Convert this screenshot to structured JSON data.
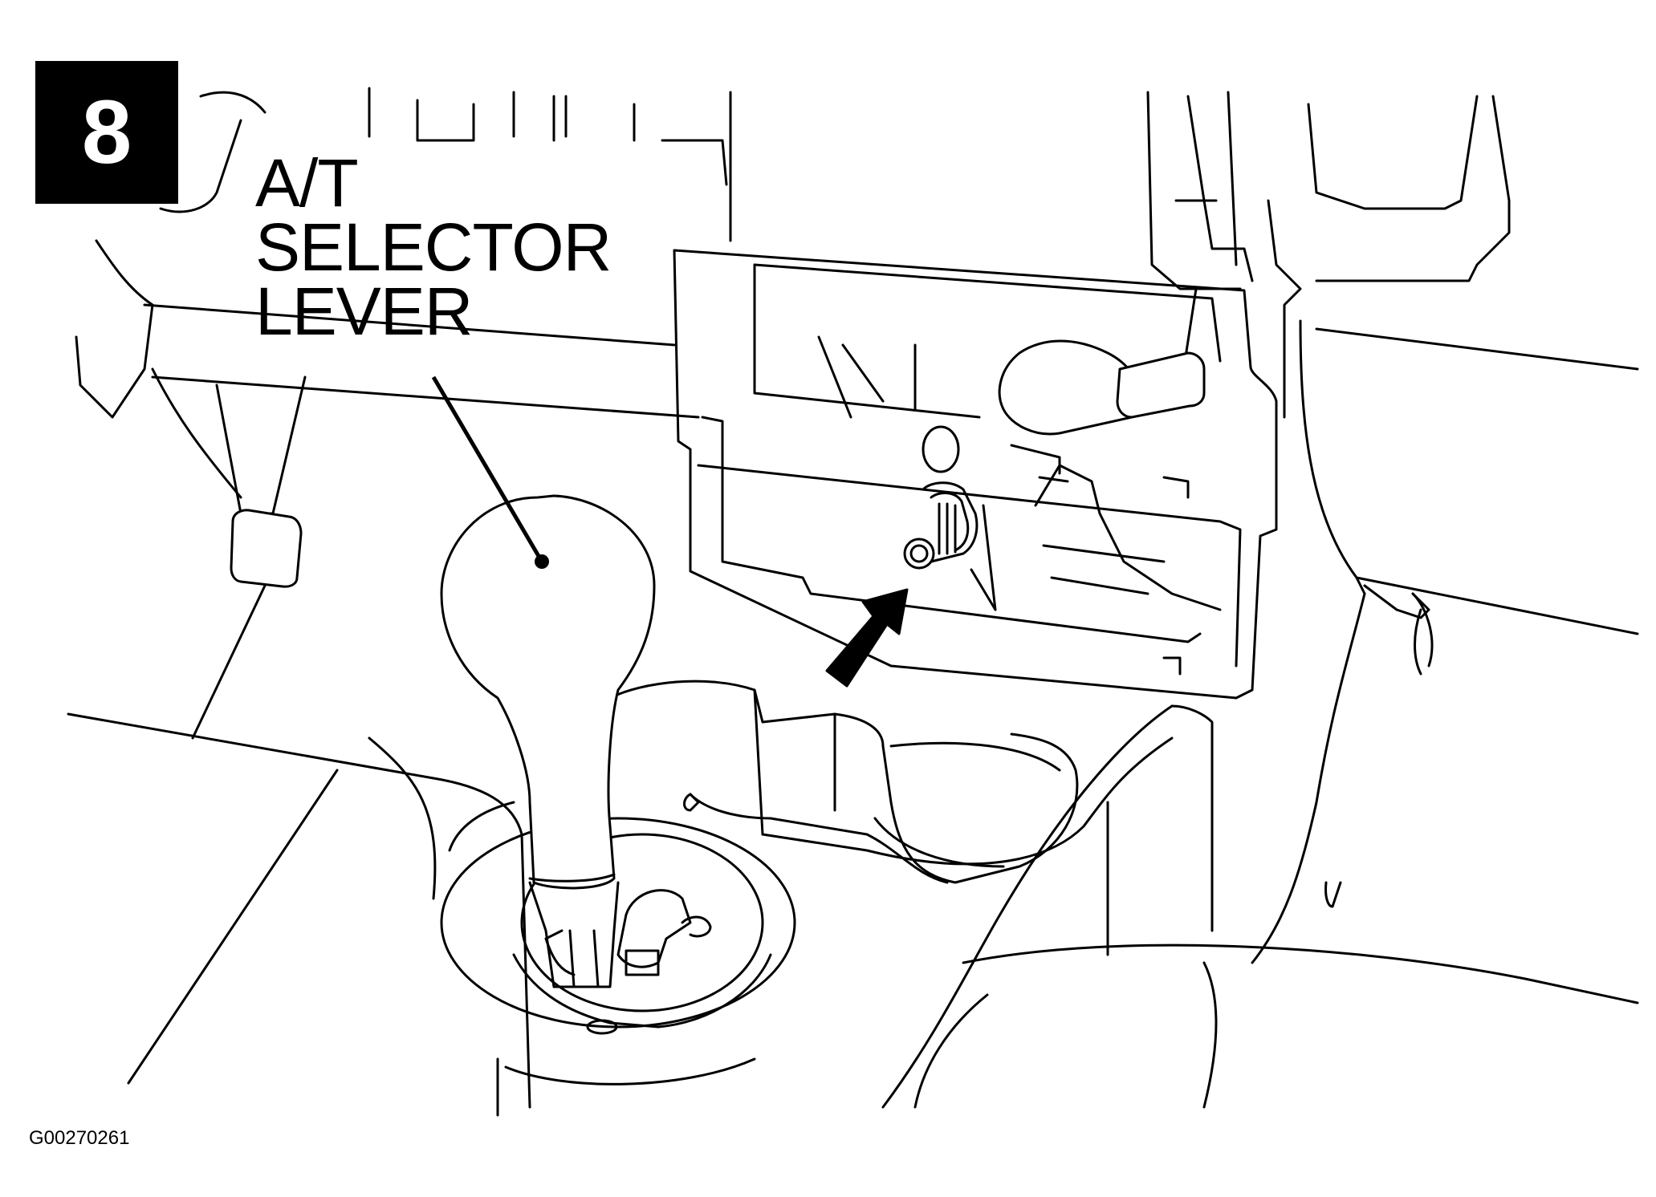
{
  "step": {
    "number": "8"
  },
  "callout": {
    "lines": [
      "A/T",
      "SELECTOR",
      "LEVER"
    ]
  },
  "figure_id": "G00270261",
  "icons": {
    "arrow": "arrow-pointing-to-connector-icon"
  },
  "colors": {
    "line": "#000000",
    "background": "#ffffff",
    "badge_text": "#ffffff"
  }
}
